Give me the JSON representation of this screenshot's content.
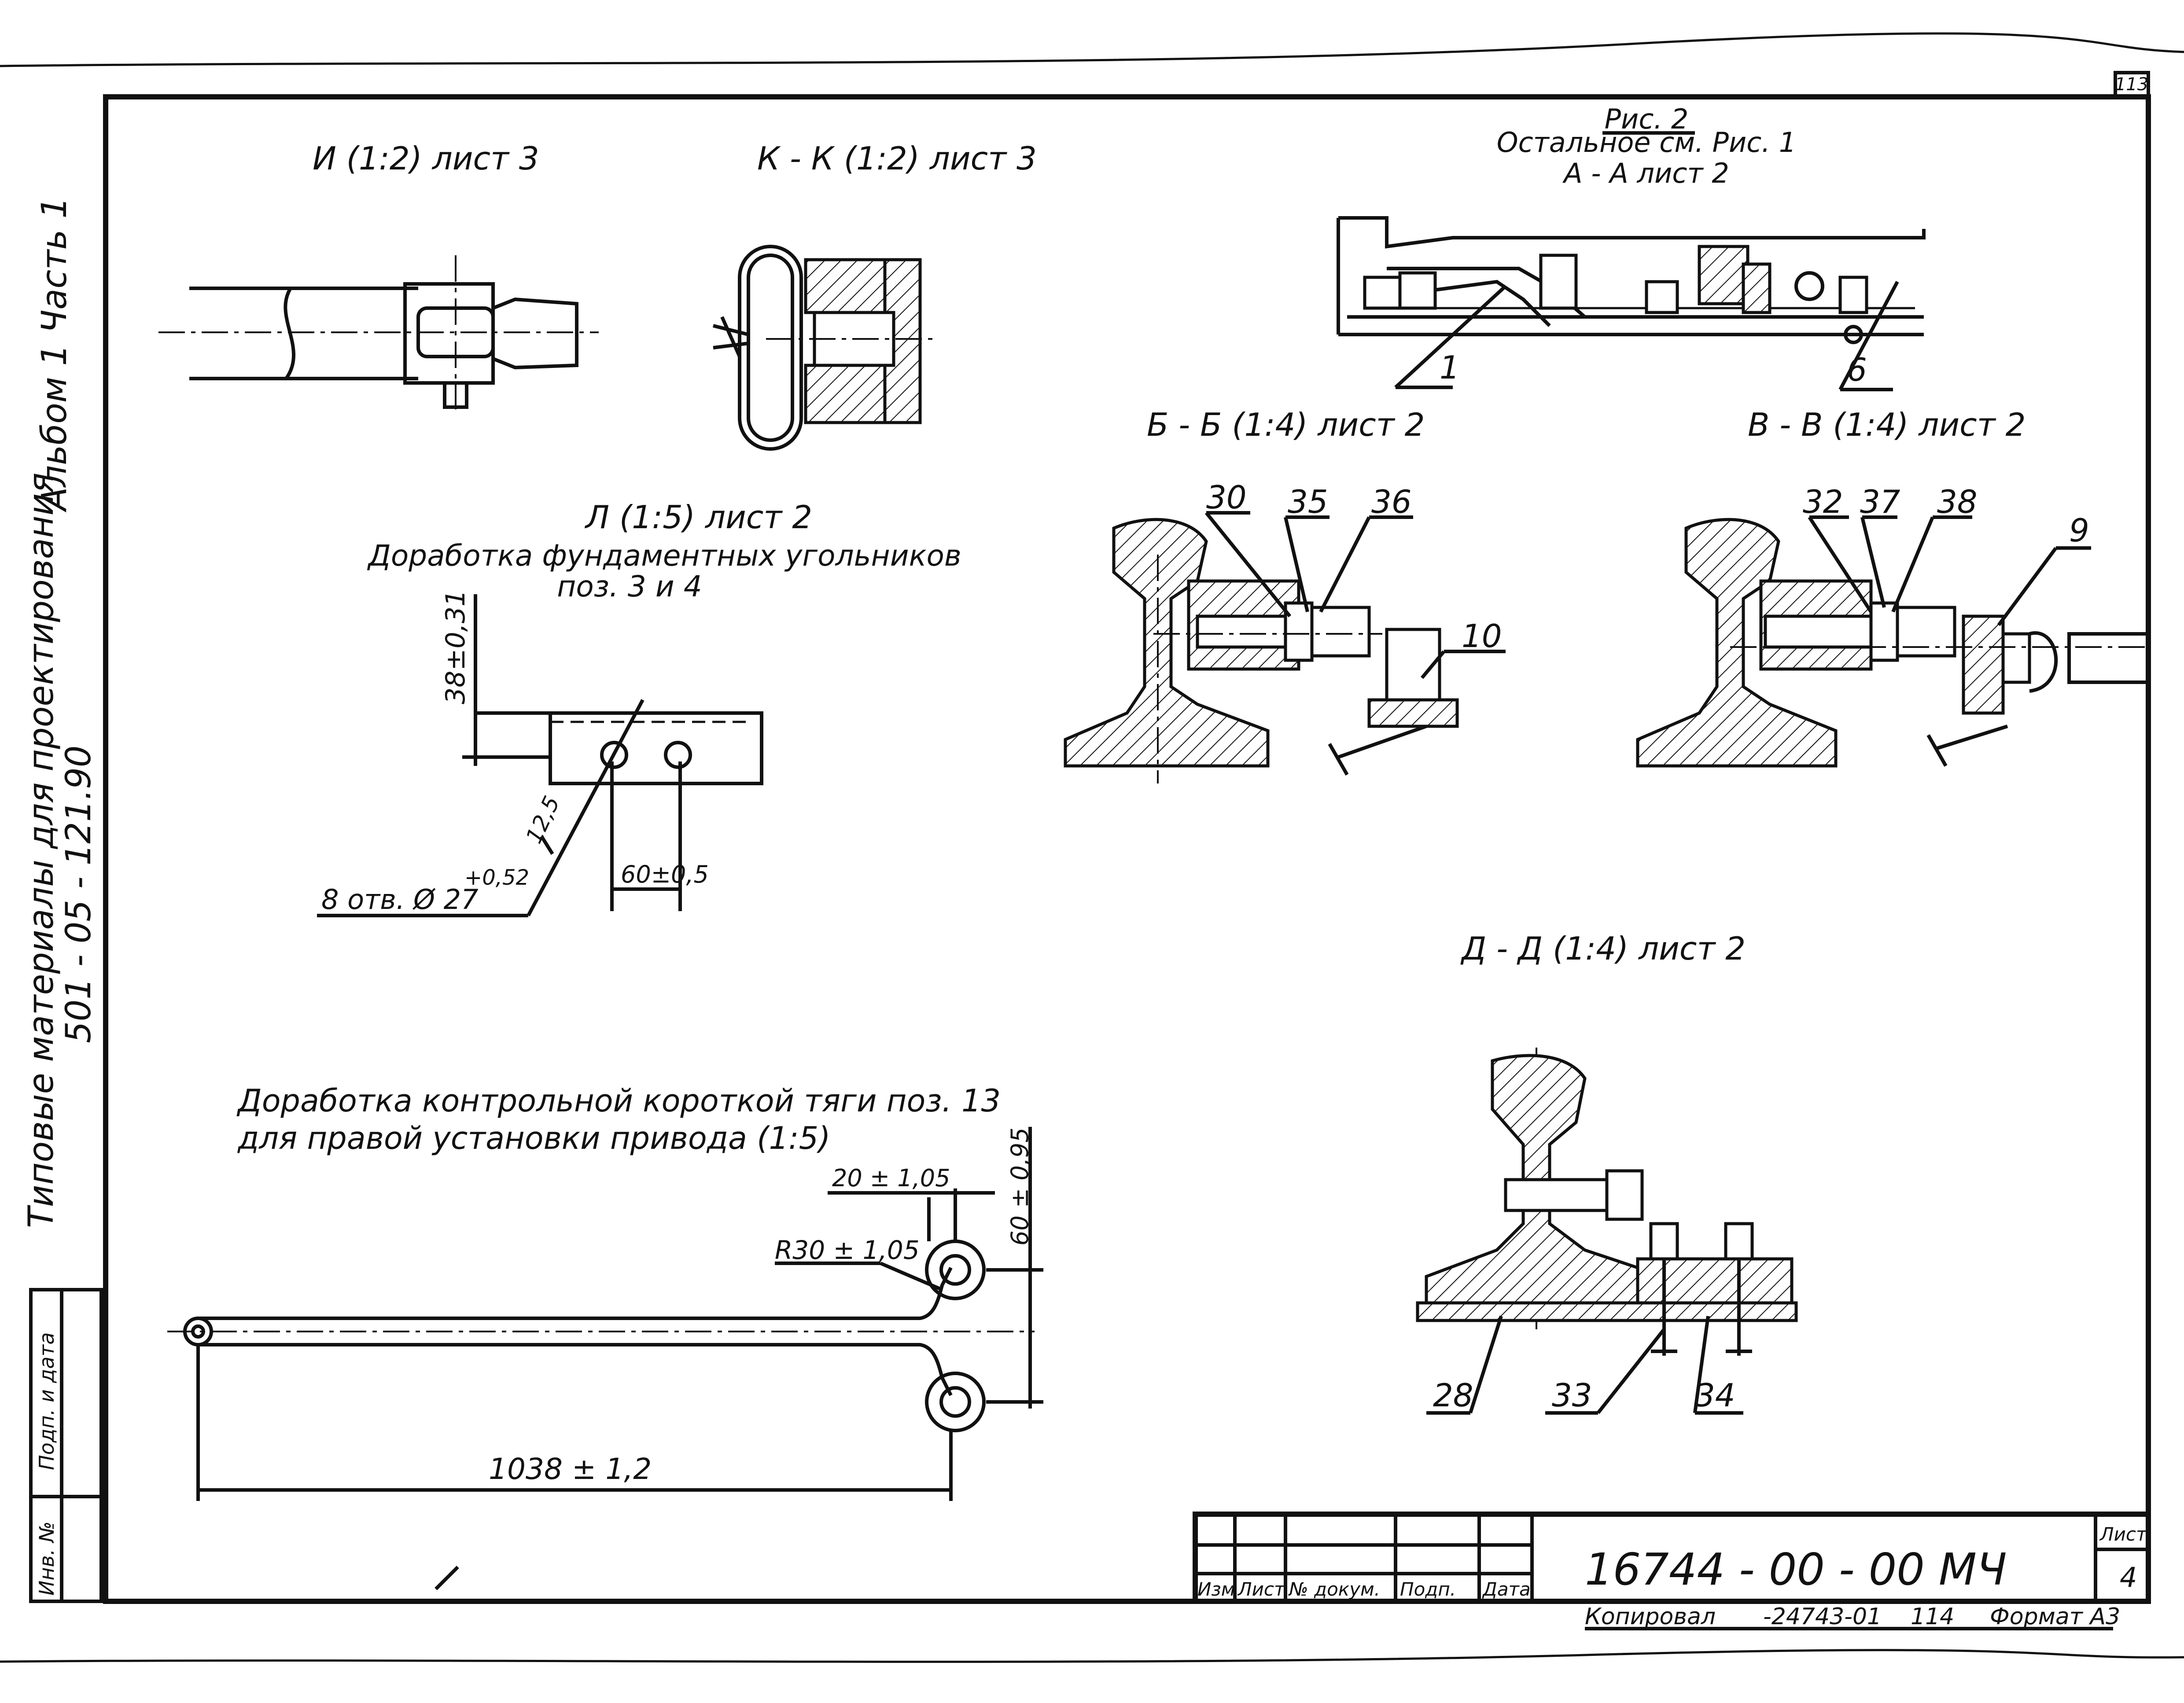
{
  "sheet": {
    "page_number": "113",
    "side_album": "Альбом 1 Часть 1",
    "side_series_title": "Типовые материалы для проектирования",
    "side_series_code": "501 - 05 - 121.90",
    "side_sign_label": "Подп. и дата",
    "side_inv_label": "Инв. №"
  },
  "views": {
    "i_view": "И (1:2) лист 3",
    "k_view": "К - К (1:2) лист 3",
    "fig2_title": "Рис. 2",
    "fig2_note": "Остальное см. Рис. 1",
    "fig2_section": "А - А лист 2",
    "b_section": "Б - Б (1:4) лист 2",
    "v_section": "В - В (1:4) лист 2",
    "l_view": "Л (1:5) лист 2",
    "l_note_1": "Доработка фундаментных угольников",
    "l_note_2": "поз. 3 и 4",
    "d_section": "Д - Д (1:4) лист 2",
    "rod_note_1": "Доработка контрольной короткой тяги поз. 13",
    "rod_note_2": "для правой установки привода (1:5)"
  },
  "dimensions": {
    "l_height": "38±0,31",
    "l_chamfer": "12,5",
    "l_holes": "8 отв. Ø 27",
    "l_holes_tol": "+0,52",
    "l_pitch": "60±0,5",
    "rod_length": "1038 ± 1,2",
    "rod_radius": "R30 ± 1,05",
    "rod_offset": "20 ± 1,05",
    "rod_height": "60 ± 0,95"
  },
  "callouts": {
    "fig2_left": "1",
    "fig2_right": "6",
    "b_a": "30",
    "b_b": "35",
    "b_c": "36",
    "b_d": "10",
    "v_a": "32",
    "v_b": "37",
    "v_c": "38",
    "v_d": "9",
    "d_a": "28",
    "d_b": "33",
    "d_c": "34"
  },
  "title_block": {
    "headers": [
      "Изм",
      "Лист",
      "№ докум.",
      "Подп.",
      "Дата"
    ],
    "designation": "16744 - 00 - 00 МЧ",
    "sheet_label": "Лист",
    "sheet_number": "4",
    "copy_line": "Копировал",
    "copy_code": "-24743-01",
    "copy_num": "114",
    "format": "Формат А3"
  }
}
